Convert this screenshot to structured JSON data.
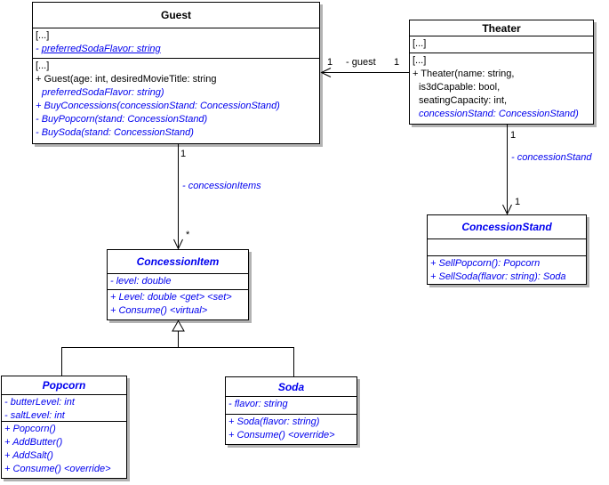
{
  "diagram": {
    "type": "uml-class-diagram",
    "background": "#ffffff"
  },
  "colors": {
    "member_accent_blue": "#0000ee",
    "text_black": "#000000",
    "border": "#000000",
    "box_shadow": "#b2b2b2"
  },
  "classes": {
    "guest": {
      "title": "Guest",
      "attributes": [
        {
          "text": "[...]",
          "style": "black"
        },
        {
          "prefix": "- ",
          "text": "preferredSodaFlavor: string",
          "style": "blue-italic-underline"
        }
      ],
      "methods": [
        {
          "text": "[...]",
          "style": "black"
        },
        {
          "text": "+ Guest(age: int, desiredMovieTitle: string",
          "style": "black"
        },
        {
          "text": "preferredSodaFlavor: string)",
          "style": "blue-italic-indent"
        },
        {
          "text": "+ BuyConcessions(concessionStand: ConcessionStand)",
          "style": "blue-italic"
        },
        {
          "text": "- BuyPopcorn(stand: ConcessionStand)",
          "style": "blue-italic"
        },
        {
          "text": "- BuySoda(stand: ConcessionStand)",
          "style": "blue-italic"
        }
      ]
    },
    "theater": {
      "title": "Theater",
      "attributes": [
        {
          "text": "[...]",
          "style": "black"
        }
      ],
      "methods": [
        {
          "text": "[...]",
          "style": "black"
        },
        {
          "text": "+ Theater(name: string,",
          "style": "black"
        },
        {
          "text": "is3dCapable: bool,",
          "style": "black-indent"
        },
        {
          "text": "seatingCapacity: int,",
          "style": "black-indent"
        },
        {
          "text": "concessionStand: ConcessionStand)",
          "style": "blue-italic-indent"
        }
      ]
    },
    "concession_stand": {
      "title": "ConcessionStand",
      "attributes": [],
      "methods": [
        {
          "text": "+ SellPopcorn(): Popcorn",
          "style": "blue-italic"
        },
        {
          "text": "+ SellSoda(flavor: string): Soda",
          "style": "blue-italic"
        }
      ]
    },
    "concession_item": {
      "title": "ConcessionItem",
      "attributes": [
        {
          "text": "- level: double",
          "style": "blue-italic"
        }
      ],
      "methods": [
        {
          "text": "+ Level: double <get> <set>",
          "style": "blue-italic"
        },
        {
          "text": "+ Consume() <virtual>",
          "style": "blue-italic"
        }
      ]
    },
    "popcorn": {
      "title": "Popcorn",
      "attributes": [
        {
          "text": "- butterLevel: int",
          "style": "blue-italic"
        },
        {
          "text": "- saltLevel: int",
          "style": "blue-italic"
        }
      ],
      "methods": [
        {
          "text": "+ Popcorn()",
          "style": "blue-italic"
        },
        {
          "text": "+ AddButter()",
          "style": "blue-italic"
        },
        {
          "text": "+ AddSalt()",
          "style": "blue-italic"
        },
        {
          "text": "+ Consume() <override>",
          "style": "blue-italic"
        }
      ]
    },
    "soda": {
      "title": "Soda",
      "attributes": [
        {
          "text": "- flavor: string",
          "style": "blue-italic"
        }
      ],
      "methods": [
        {
          "text": "+ Soda(flavor: string)",
          "style": "blue-italic"
        },
        {
          "text": "+ Consume() <override>",
          "style": "blue-italic"
        }
      ]
    }
  },
  "associations": {
    "theater_to_guest": {
      "from": "Theater",
      "to": "Guest",
      "arrow": "open",
      "label": "- guest",
      "mult_at_guest": "1",
      "mult_at_theater": "1"
    },
    "guest_to_concession_item": {
      "from": "Guest",
      "to": "ConcessionItem",
      "arrow": "open",
      "label": "- concessionItems",
      "mult_at_guest": "1",
      "mult_at_item": "*"
    },
    "theater_to_concession_stand": {
      "from": "Theater",
      "to": "ConcessionStand",
      "arrow": "open",
      "label": "- concessionStand",
      "mult_at_theater": "1",
      "mult_at_stand": "1"
    }
  },
  "generalizations": [
    {
      "from": "Popcorn",
      "to": "ConcessionItem"
    },
    {
      "from": "Soda",
      "to": "ConcessionItem"
    }
  ]
}
